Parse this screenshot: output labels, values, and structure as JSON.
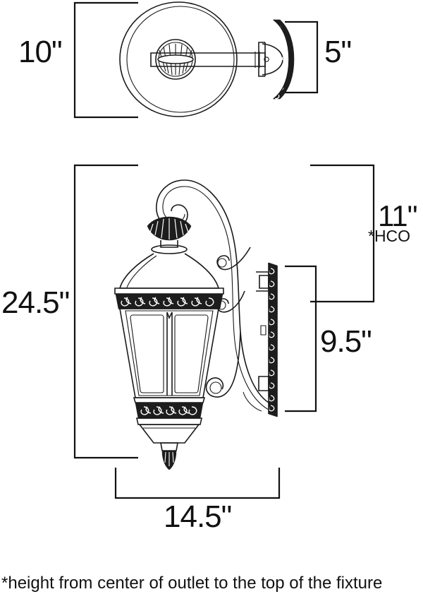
{
  "document": {
    "type": "technical-dimension-drawing",
    "subject": "outdoor wall lantern light fixture",
    "views": [
      "top view (plan)",
      "side elevation"
    ]
  },
  "dimensions": {
    "backplate_height": "10\"",
    "extension_depth": "5\"",
    "overall_height": "24.5\"",
    "height_center_outlet": "11\"",
    "hco_note": "*HCO",
    "backplate_length": "9.5\"",
    "overall_width": "14.5\""
  },
  "footnote": {
    "text": "*height from center of outlet to the top of the fixture"
  },
  "colors": {
    "line": "#111111",
    "background": "#ffffff",
    "text": "#111111",
    "ornament": "#1d1d1d"
  },
  "chart_data": {
    "type": "table",
    "title": "Fixture Dimensions",
    "categories": [
      "Backplate height (top view)",
      "Extension depth (top view)",
      "Overall height",
      "Height from center of outlet",
      "Backplate length",
      "Overall width"
    ],
    "values": [
      10,
      5,
      24.5,
      11,
      9.5,
      14.5
    ],
    "labels": [
      "10\"",
      "5\"",
      "24.5\"",
      "11\"",
      "9.5\"",
      "14.5\""
    ],
    "xlabel": "",
    "ylabel": "inches"
  }
}
